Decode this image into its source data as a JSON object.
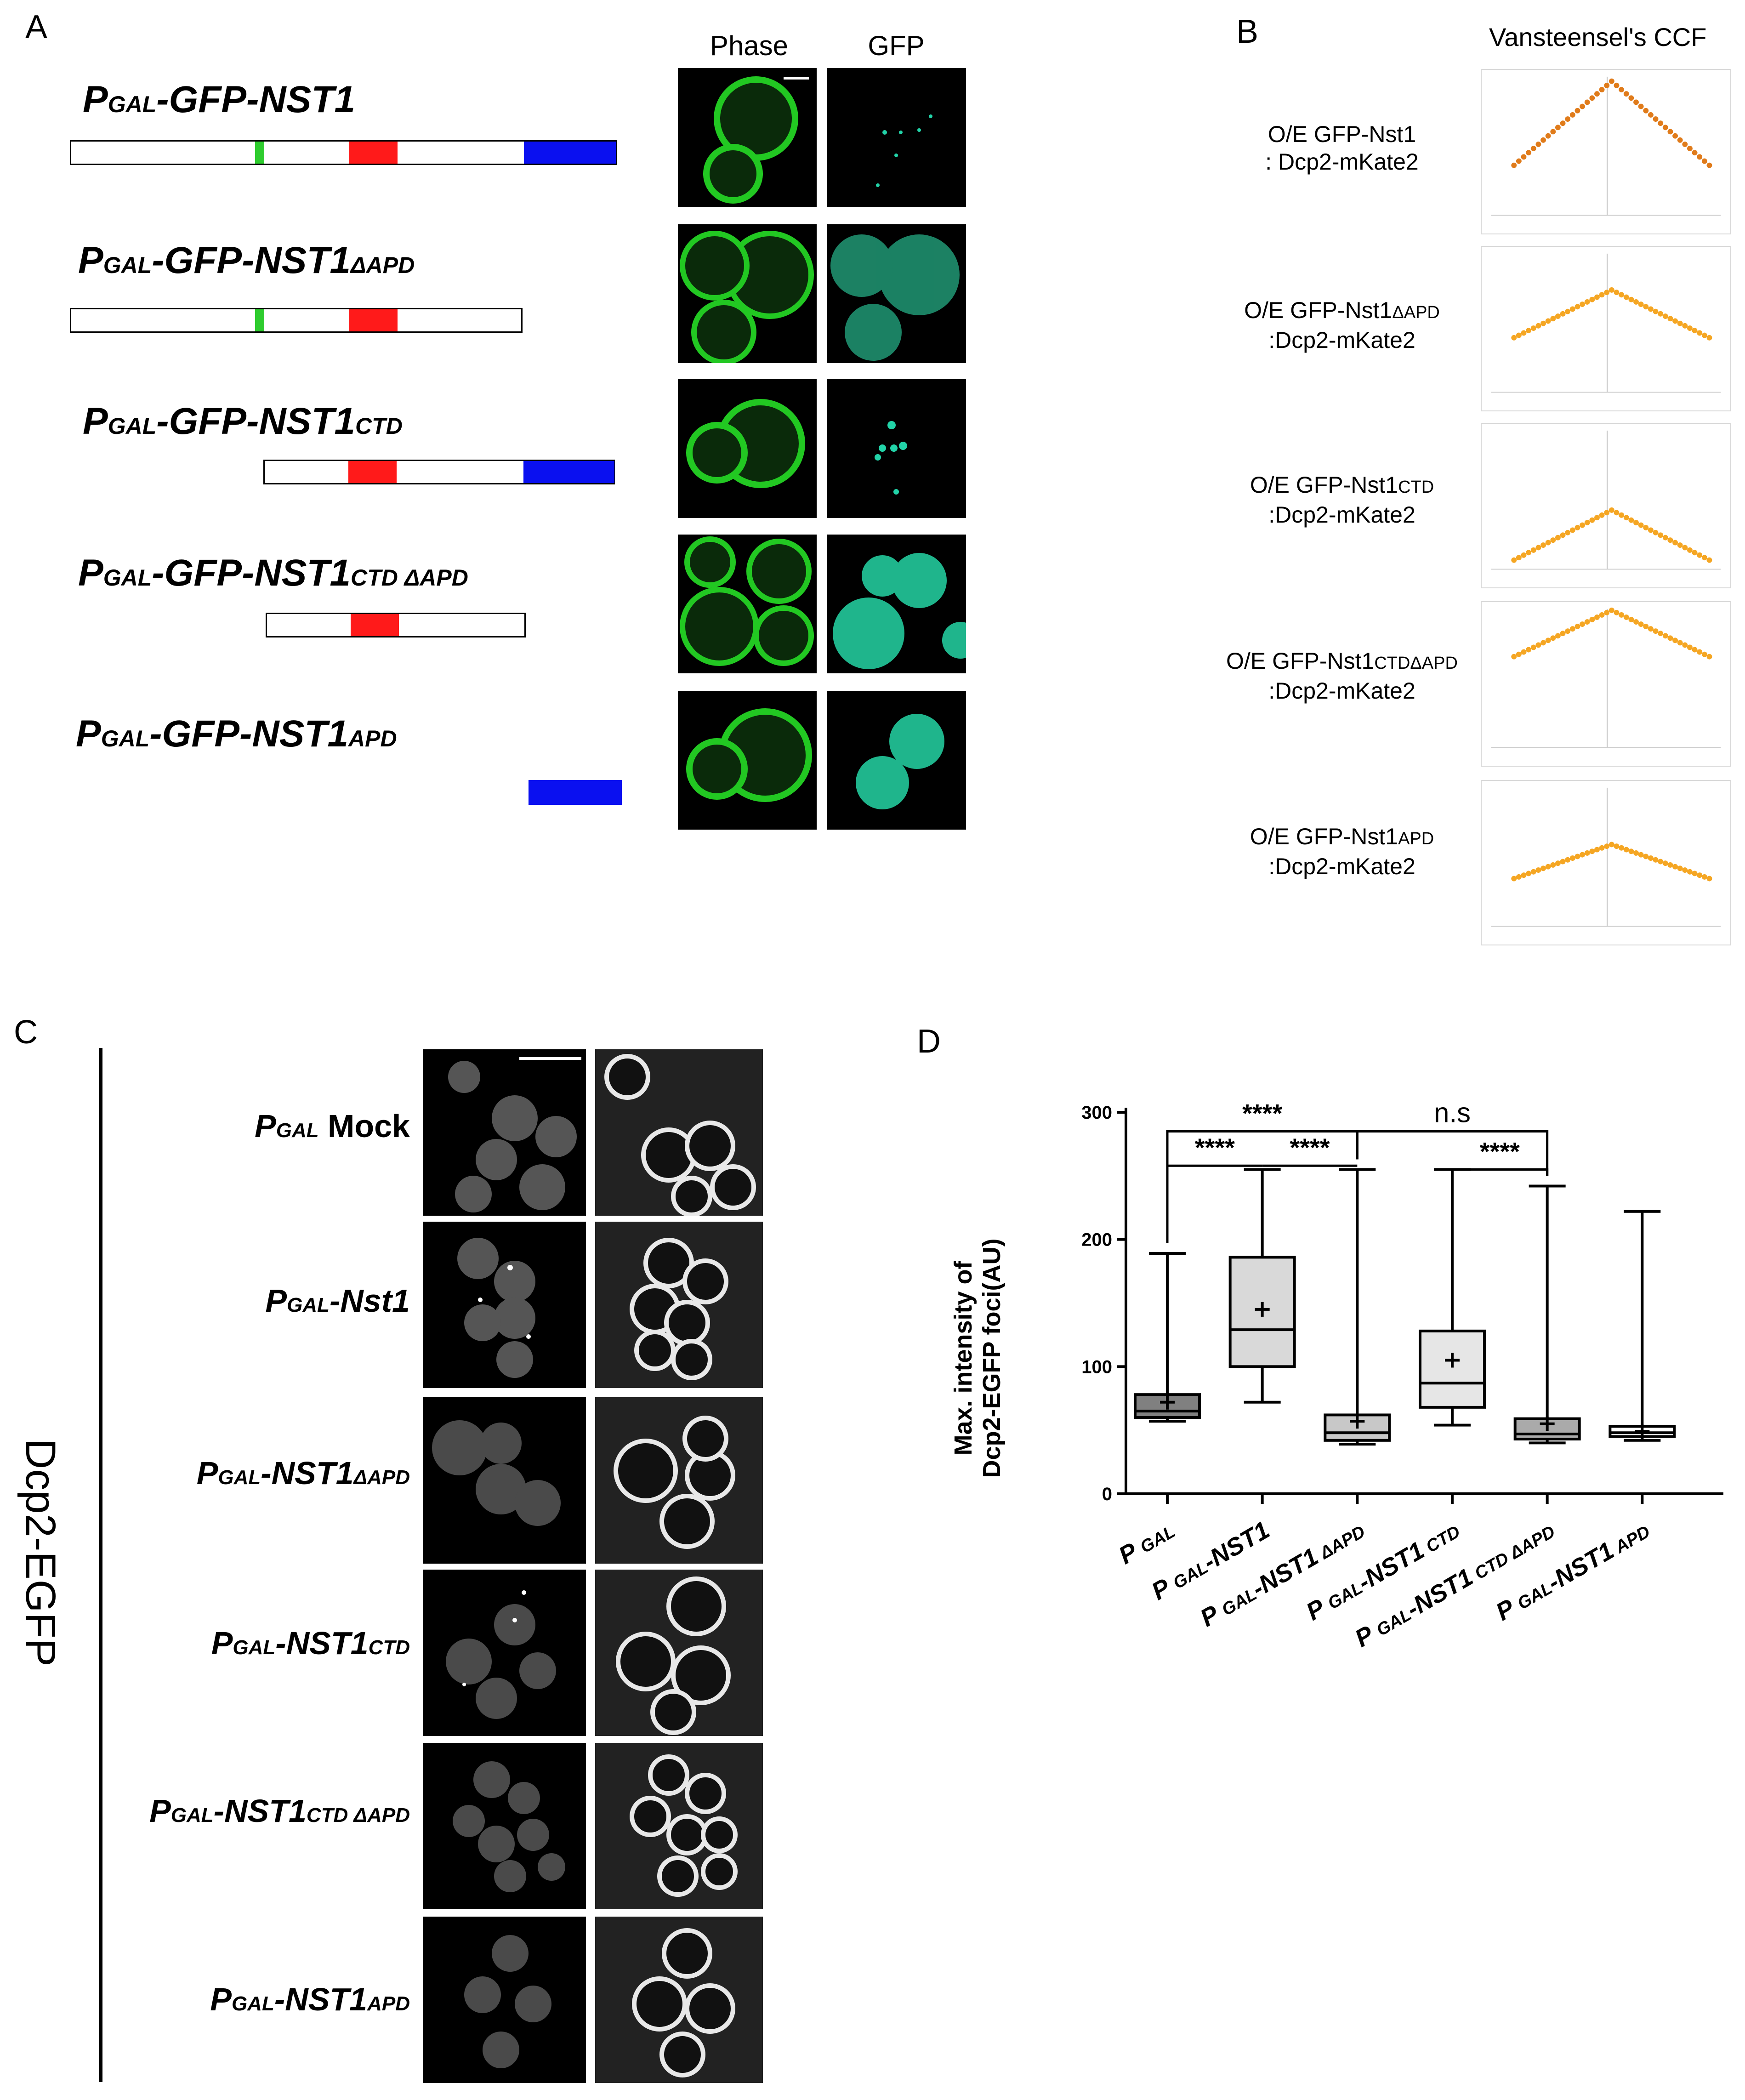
{
  "panels": {
    "A": "A",
    "B": "B",
    "C": "C",
    "D": "D"
  },
  "panelA": {
    "col_headers": [
      "Phase",
      "GFP"
    ],
    "constructs": [
      {
        "P": "P",
        "sub1": "GAL",
        "main": "-GFP-NST1",
        "sub2": ""
      },
      {
        "P": "P",
        "sub1": "GAL",
        "main": "-GFP-NST1",
        "sub2": "ΔAPD"
      },
      {
        "P": "P",
        "sub1": "GAL",
        "main": "-GFP-NST1",
        "sub2": "CTD"
      },
      {
        "P": "P",
        "sub1": "GAL",
        "main": "-GFP-NST1",
        "sub2": "CTD ΔAPD"
      },
      {
        "P": "P",
        "sub1": "GAL",
        "main": "-GFP-NST1",
        "sub2": "APD"
      }
    ],
    "colors": {
      "green": "#2ecc2e",
      "red": "#ff1a1a",
      "blue": "#0a10f0",
      "gfp": "#22d3a8",
      "phase": "#22c822"
    }
  },
  "panelB": {
    "title": "Vansteensel's CCF",
    "labels": [
      {
        "l1": "O/E GFP-Nst1",
        "l1s": "",
        "l2": ": Dcp2-mKate2"
      },
      {
        "l1": "O/E GFP-Nst1",
        "l1s": "ΔAPD",
        "l2": ":Dcp2-mKate2"
      },
      {
        "l1": "O/E GFP-Nst1",
        "l1s": "CTD",
        "l2": ":Dcp2-mKate2"
      },
      {
        "l1": "O/E GFP-Nst1",
        "l1s": "CTDΔAPD",
        "l2": ":Dcp2-mKate2"
      },
      {
        "l1": "O/E GFP-Nst1",
        "l1s": "APD",
        "l2": ":Dcp2-mKate2"
      }
    ],
    "curve_color": "#f5a623"
  },
  "panelC": {
    "side_label": "Dcp2-EGFP",
    "rows": [
      {
        "P": "P",
        "sub1": "GAL",
        "main": " Mock",
        "sub2": ""
      },
      {
        "P": "P",
        "sub1": "GAL",
        "main": "-Nst1",
        "sub2": ""
      },
      {
        "P": "P",
        "sub1": "GAL",
        "main": "-NST1",
        "sub2": "ΔAPD"
      },
      {
        "P": "P",
        "sub1": "GAL",
        "main": "-NST1",
        "sub2": "CTD"
      },
      {
        "P": "P",
        "sub1": "GAL",
        "main": "-NST1",
        "sub2": "CTD ΔAPD"
      },
      {
        "P": "P",
        "sub1": "GAL",
        "main": "-NST1",
        "sub2": "APD"
      }
    ]
  },
  "chart_data": {
    "type": "box",
    "ylabel_line1": "Max. intensity of",
    "ylabel_line2": "Dcp2-EGFP foci(AU)",
    "ylim": [
      0,
      300
    ],
    "yticks": [
      "0",
      "100",
      "200",
      "300"
    ],
    "categories": [
      "P GAL",
      "P GAL-NST1",
      "P GAL-NST1 ΔAPD",
      "P GAL-NST1 CTD",
      "P GAL-NST1 CTD ΔAPD",
      "P GAL-NST1 APD"
    ],
    "tick_parts": [
      {
        "P": "P",
        "sub1": "GAL",
        "main": "",
        "sub2": ""
      },
      {
        "P": "P",
        "sub1": "GAL",
        "main": "-NST1",
        "sub2": ""
      },
      {
        "P": "P",
        "sub1": "GAL",
        "main": "-NST1",
        "sub2": "ΔAPD"
      },
      {
        "P": "P",
        "sub1": "GAL",
        "main": "-NST1",
        "sub2": "CTD"
      },
      {
        "P": "P",
        "sub1": "GAL",
        "main": "-NST1",
        "sub2": "CTD ΔAPD"
      },
      {
        "P": "P",
        "sub1": "GAL",
        "main": "-NST1",
        "sub2": "APD"
      }
    ],
    "boxes": [
      {
        "min": 57,
        "q1": 60,
        "median": 65,
        "q3": 78,
        "max": 189,
        "mean": 72,
        "fill": "#808080"
      },
      {
        "min": 72,
        "q1": 100,
        "median": 129,
        "q3": 186,
        "max": 255,
        "mean": 145,
        "fill": "#d9d9d9"
      },
      {
        "min": 39,
        "q1": 42,
        "median": 48,
        "q3": 62,
        "max": 255,
        "mean": 57,
        "fill": "#c8c8c8"
      },
      {
        "min": 54,
        "q1": 68,
        "median": 87,
        "q3": 128,
        "max": 255,
        "mean": 105,
        "fill": "#e6e6e6"
      },
      {
        "min": 40,
        "q1": 43,
        "median": 47,
        "q3": 59,
        "max": 242,
        "mean": 55,
        "fill": "#aaaaaa"
      },
      {
        "min": 42,
        "q1": 45,
        "median": 48,
        "q3": 53,
        "max": 222,
        "mean": 49,
        "fill": "#ffffff"
      }
    ],
    "significance": [
      {
        "from": 0,
        "to": 1,
        "label": "****",
        "level": 258
      },
      {
        "from": 1,
        "to": 2,
        "label": "****",
        "level": 258
      },
      {
        "from": 0,
        "to": 2,
        "label": "****",
        "level": 285
      },
      {
        "from": 3,
        "to": 4,
        "label": "****",
        "level": 255
      },
      {
        "from": 2,
        "to": 4,
        "label": "n.s",
        "level": 285
      }
    ]
  }
}
